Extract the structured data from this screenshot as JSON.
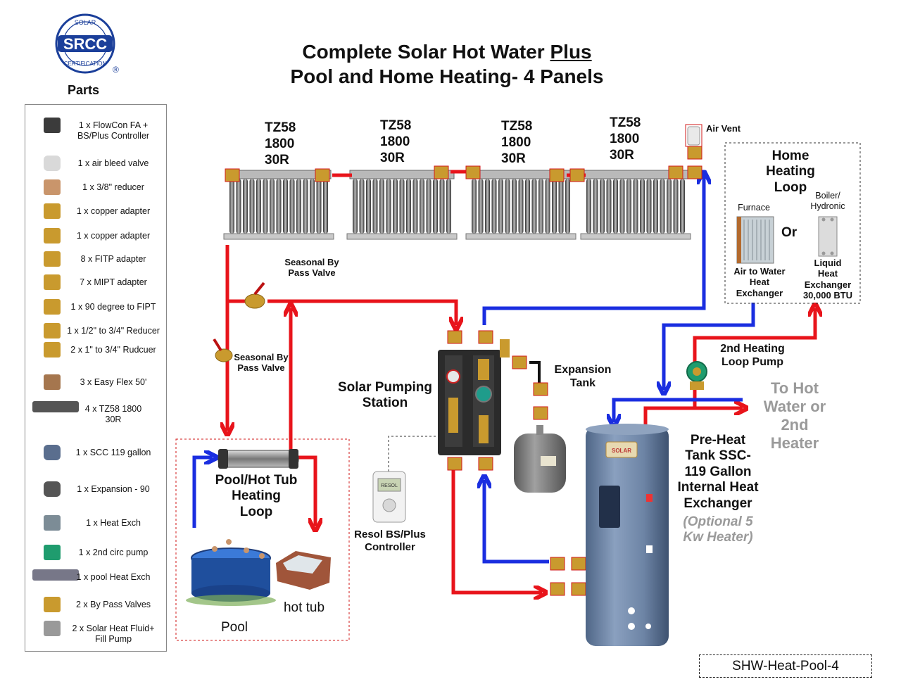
{
  "logo": {
    "top_text": "SOLAR",
    "main_text": "SRCC",
    "bottom_text": "CERTIFICATION",
    "reg_mark": "®"
  },
  "title": {
    "line1_prefix": "Complete Solar Hot Water ",
    "line1_emph": "Plus",
    "line2": "Pool and Home Heating- 4 Panels"
  },
  "parts": {
    "heading": "Parts",
    "items": [
      {
        "label": "1 x FlowCon FA +\nBS/Plus Controller",
        "icon": "flowcon-controller-icon"
      },
      {
        "label": "1 x air bleed valve",
        "icon": "air-bleed-valve-icon"
      },
      {
        "label": "1 x 3/8\" reducer",
        "icon": "reducer-icon"
      },
      {
        "label": "1 x copper adapter",
        "icon": "copper-adapter-icon"
      },
      {
        "label": "1 x copper adapter",
        "icon": "copper-tee-adapter-icon"
      },
      {
        "label": "8 x FITP adapter",
        "icon": "fitp-adapter-icon"
      },
      {
        "label": "7 x MIPT  adapter",
        "icon": "mipt-adapter-icon"
      },
      {
        "label": "1 x 90 degree to FIPT",
        "icon": "elbow-fitting-icon"
      },
      {
        "label": "1 x 1/2\" to 3/4\"  Reducer",
        "icon": "brass-reducer-icon"
      },
      {
        "label": "2 x 1\" to 3/4\" Rudcuer",
        "icon": "brass-rudcuer-icon"
      },
      {
        "label": "3 x Easy Flex 50'",
        "icon": "easy-flex-hose-icon"
      },
      {
        "label": "4 x TZ58 1800\n30R",
        "icon": "solar-collector-icon"
      },
      {
        "label": "1 x SCC 119 gallon",
        "icon": "storage-tank-icon"
      },
      {
        "label": "1 x Expansion - 90",
        "icon": "expansion-tank-icon"
      },
      {
        "label": "1 x Heat Exch",
        "icon": "heat-exchanger-icon"
      },
      {
        "label": "1 x 2nd circ pump",
        "icon": "circulation-pump-icon"
      },
      {
        "label": "1 x pool Heat Exch",
        "icon": "pool-heat-exchanger-icon"
      },
      {
        "label": "2 x By Pass Valves",
        "icon": "bypass-valve-icon"
      },
      {
        "label": "2 x Solar Heat Fluid+\nFill Pump",
        "icon": "fill-pump-icon"
      }
    ]
  },
  "panels": [
    {
      "model": "TZ58\n1800\n30R"
    },
    {
      "model": "TZ58\n1800\n30R"
    },
    {
      "model": "TZ58\n1800\n30R"
    },
    {
      "model": "TZ58\n1800\n30R"
    }
  ],
  "labels": {
    "air_vent": "Air Vent",
    "home_loop": "Home\nHeating\nLoop",
    "furnace": "Furnace",
    "boiler": "Boiler/\nHydronic",
    "or": "Or",
    "air_to_water": "Air to Water\nHeat\nExchanger",
    "liquid_hx": "Liquid\nHeat\nExchanger\n30,000 BTU",
    "bypass1": "Seasonal By\nPass Valve",
    "bypass2": "Seasonal By\nPass Valve",
    "pumping_station": "Solar Pumping\nStation",
    "expansion_tank": "Expansion\nTank",
    "second_pump": "2nd Heating\nLoop Pump",
    "to_hot_water": "To Hot\nWater or\n2nd\nHeater",
    "preheat_tank": "Pre-Heat\nTank SSC-\n119 Gallon\nInternal Heat\nExchanger",
    "optional": "(Optional 5\nKw Heater)",
    "pool_loop": "Pool/Hot Tub\nHeating\nLoop",
    "controller": "Resol BS/Plus\nController",
    "controller_screen": "RESOL",
    "hot_tub": "hot tub",
    "pool": "Pool",
    "tank_brand": "SOLAR"
  },
  "model_code": "SHW-Heat-Pool-4",
  "colors": {
    "hot": "#e8141b",
    "cold": "#1a2ee0",
    "fitting_border": "#d21a1a",
    "brass": "#c99a2e",
    "tank": "#6f86a6"
  }
}
